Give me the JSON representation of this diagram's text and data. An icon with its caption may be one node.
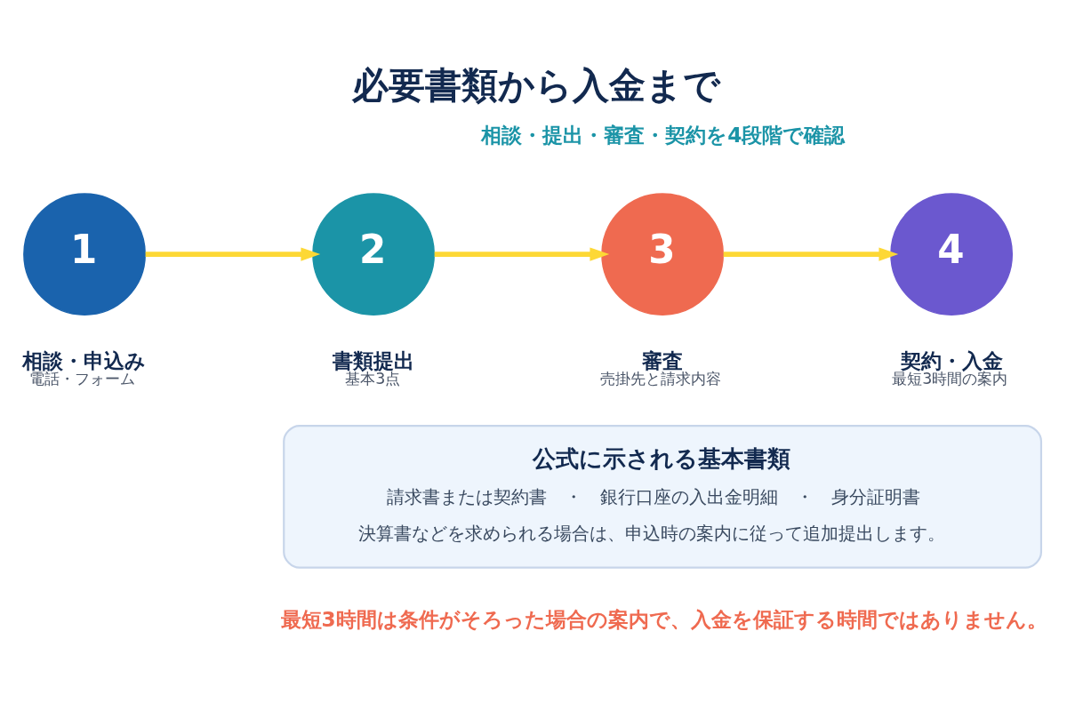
{
  "diagram": {
    "title": "必要書類から入金まで",
    "nodes": [
      {
        "text": [
          "1"
        ],
        "beside": [
          "相談・申込み",
          "電話・フォーム"
        ]
      },
      {
        "text": [
          "2"
        ],
        "beside": [
          "書類提出",
          "基本3点"
        ]
      },
      {
        "text": [
          "3"
        ],
        "beside": [
          "審査",
          "売掛先と請求内容"
        ]
      },
      {
        "text": [
          "4"
        ],
        "beside": [
          "契約・入金",
          "最短3時間の案内"
        ]
      },
      {
        "text": [
          "公式に示される基本書類",
          "請求書または契約書　・　銀行口座の入出金明細　・　身分証明書",
          "決算書などを求められる場合は、申込時の案内に従って追加提出します。"
        ]
      }
    ],
    "edges": [
      {
        "from": 0,
        "to": 1,
        "arrow": "to"
      },
      {
        "from": 1,
        "to": 2,
        "arrow": "to"
      },
      {
        "from": 2,
        "to": 3,
        "arrow": "to"
      }
    ],
    "labels": [
      "相談・提出・審査・契約を4段階で確認",
      "最短3時間は条件がそろった場合の案内で、入金を保証する時間ではありません。"
    ]
  }
}
